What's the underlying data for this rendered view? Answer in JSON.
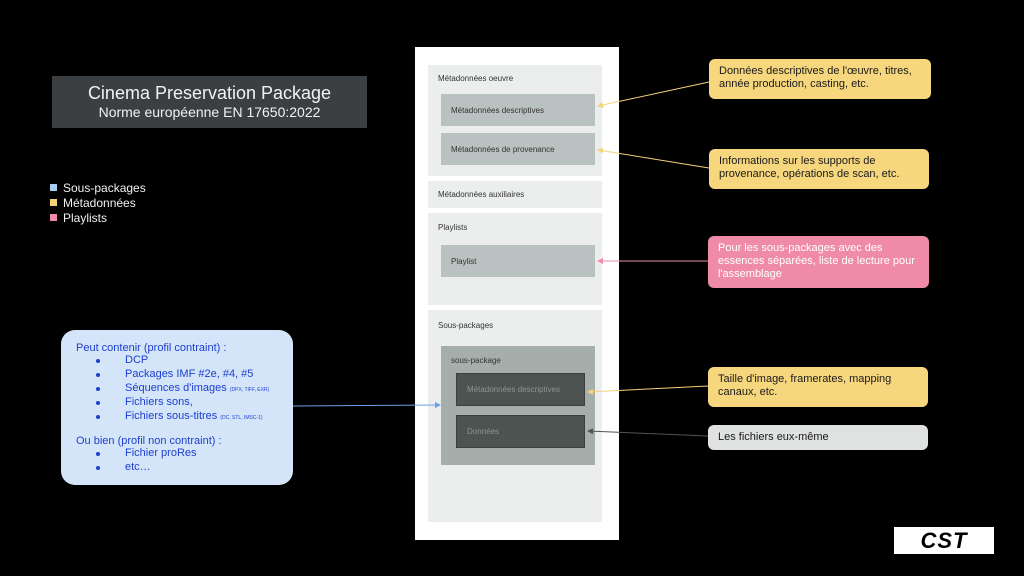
{
  "title": {
    "line1": "Cinema Preservation Package",
    "line2": "Norme européenne EN 17650:2022"
  },
  "legend": [
    {
      "label": "Sous-packages",
      "color": "#a9cdf2"
    },
    {
      "label": "Métadonnées",
      "color": "#f3d27a"
    },
    {
      "label": "Playlists",
      "color": "#ef8aa9"
    }
  ],
  "doc": {
    "meta_oeuvre": {
      "label": "Métadonnées oeuvre",
      "desc": "Métadonnées descriptives",
      "prov": "Métadonnées de provenance"
    },
    "meta_aux": {
      "label": "Métadonnées auxiliaires"
    },
    "playlists": {
      "label": "Playlists",
      "playlist": "Playlist"
    },
    "sous_packages": {
      "label": "Sous-packages",
      "sous_package": "sous-package",
      "desc": "Métadonnées descriptives",
      "donnees": "Données"
    }
  },
  "callouts": {
    "oeuvre_desc": "Données descriptives de l'œuvre, titres, année production, casting, etc.",
    "provenance": "Informations sur les supports de provenance, opérations de scan, etc.",
    "playlist": "Pour les sous-packages avec des essences séparées, liste de lecture pour l'assemblage",
    "image": "Taille d'image, framerates, mapping canaux, etc.",
    "fichiers": "Les fichiers eux-même"
  },
  "info": {
    "header1": "Peut contenir (profil contraint) :",
    "items1": [
      {
        "text": "DCP",
        "small": ""
      },
      {
        "text": "Packages IMF #2e, #4, #5",
        "small": ""
      },
      {
        "text": "Séquences d'images",
        "small": "(DPX, TIFF, EXR)"
      },
      {
        "text": "Fichiers sons,",
        "small": ""
      },
      {
        "text": "Fichiers sous-titres",
        "small": "(DC, STL, IMSC-1)"
      }
    ],
    "header2": "Ou bien (profil non contraint) :",
    "items2": [
      {
        "text": "Fichier proRes",
        "small": ""
      },
      {
        "text": "etc…",
        "small": ""
      }
    ]
  },
  "logo": {
    "text": "CST"
  }
}
